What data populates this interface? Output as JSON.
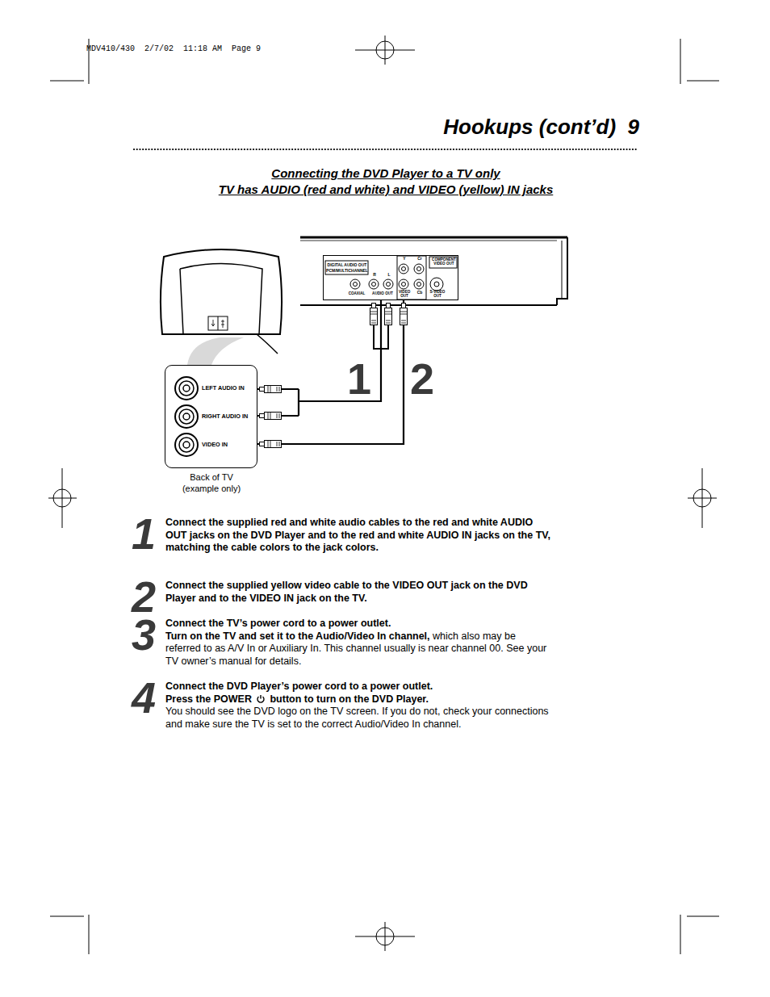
{
  "diagram": {
    "title": "Hookups (cont’d)  9",
    "nodes": [
      {
        "text": [
          "DIGITAL AUDIO OUT",
          "PCM/MULTICHANNEL",
          "R",
          "L",
          "Y",
          "Cr",
          "COMPONENT VIDEO OUT",
          "COAXIAL",
          "AUDIO OUT",
          "VIDEO OUT",
          "Cb",
          "S-VIDEO OUT"
        ]
      },
      {
        "text": [
          "LEFT AUDIO IN",
          "RIGHT AUDIO IN",
          "VIDEO IN",
          "Back of TV (example only)"
        ]
      }
    ],
    "edges": [
      {
        "from": 0,
        "to": 1,
        "arrow": "none"
      },
      {
        "from": 0,
        "to": 1,
        "arrow": "none"
      }
    ],
    "labels": [
      "MDV410/430  2/7/02  11:18 AM  Page 9",
      "Connecting the DVD Player to a TV only",
      "TV has AUDIO (red and white) and VIDEO (yellow) IN jacks",
      "1",
      "2",
      "1",
      "Connect the supplied red and white audio cables to the red and white AUDIO OUT jacks on the DVD Player and to the red and white AUDIO IN jacks on the TV, matching the cable colors to the jack colors.",
      "2",
      "Connect the supplied yellow video cable to the VIDEO OUT jack on the DVD Player and to the VIDEO IN jack on the TV.",
      "3",
      "Connect the TV’s power cord to a power outlet.",
      "Turn on the TV and set it to the Audio/Video In channel,",
      "which also may be referred to as A/V In or Auxiliary In. This channel usually is near channel 00. See your TV owner’s manual for details.",
      "4",
      "Connect the DVD Player’s power cord to a power outlet.",
      "Press the POWER",
      "button to turn on the DVD Player.",
      "You should see the DVD logo on the TV screen. If you do not, check your connections and make sure the TV is set to the correct Audio/Video In channel."
    ]
  }
}
